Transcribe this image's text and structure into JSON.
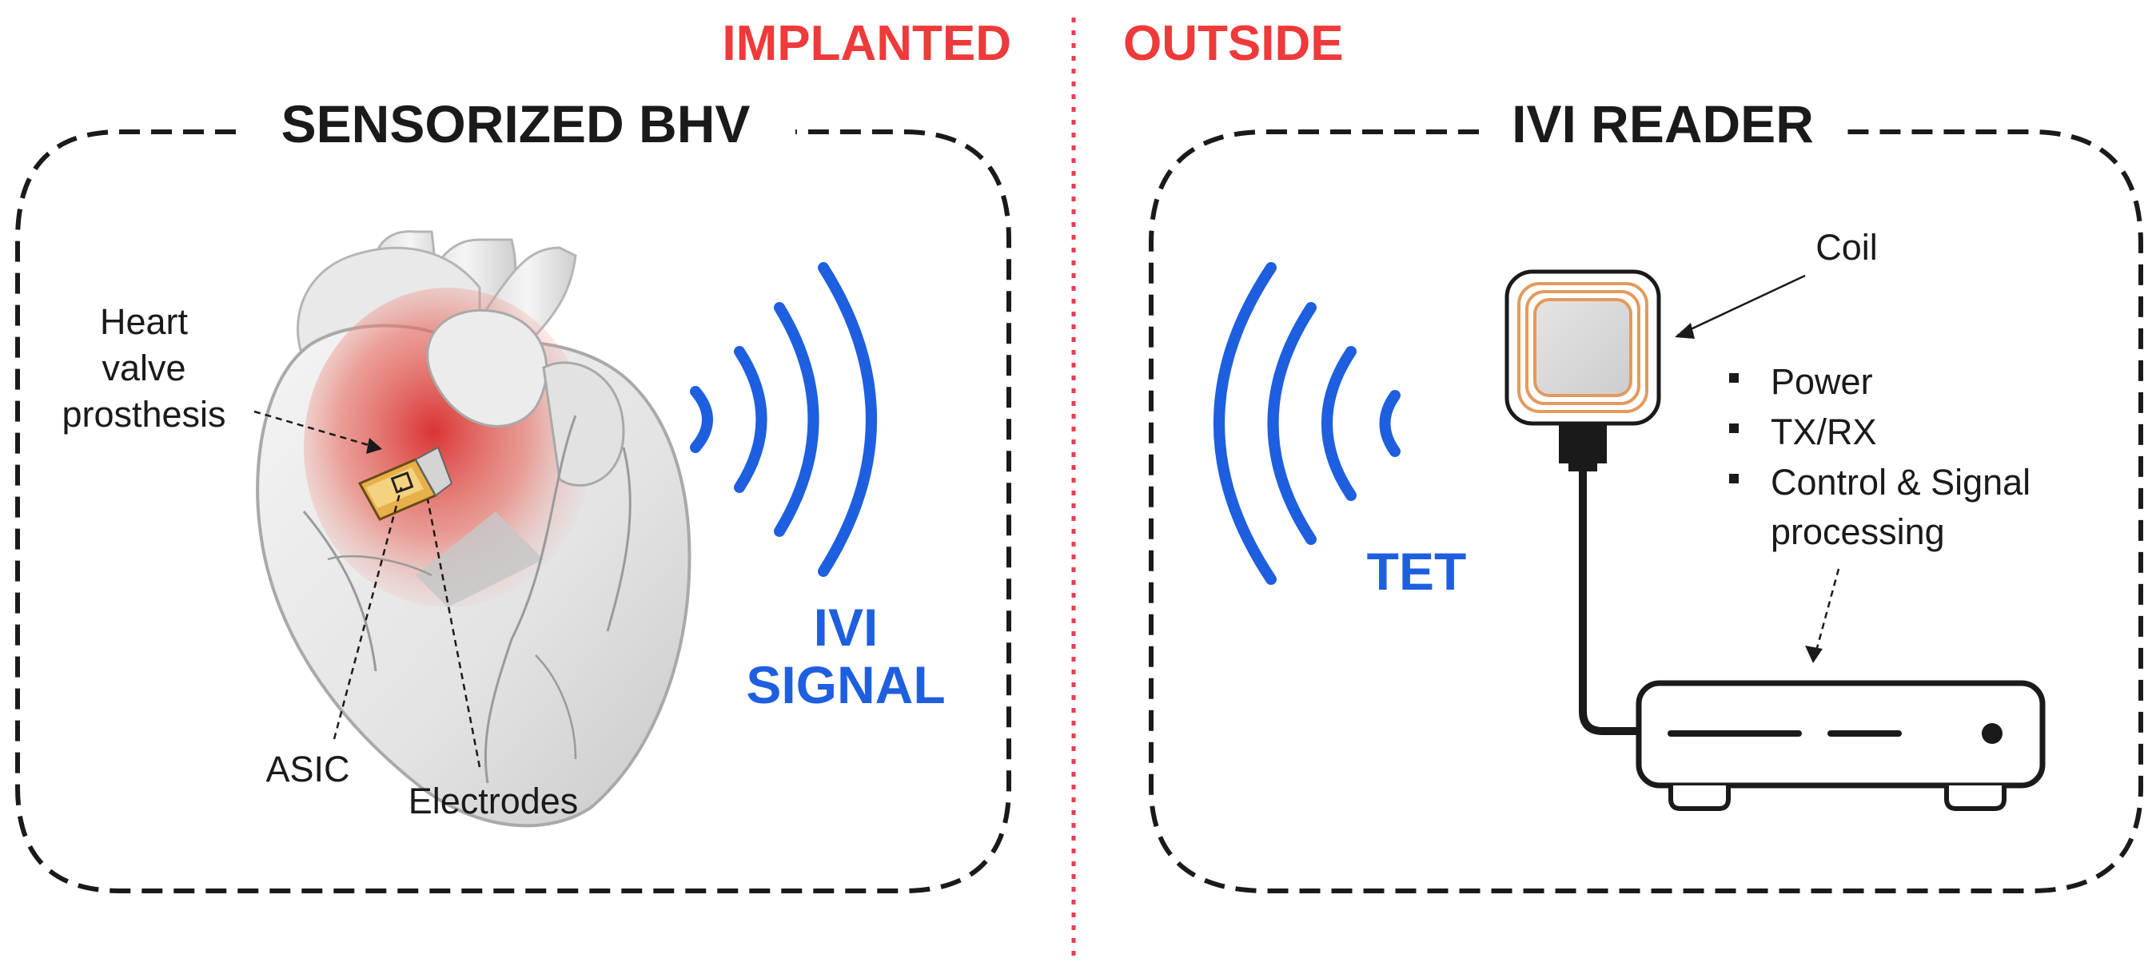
{
  "header": {
    "left_label": "IMPLANTED",
    "right_label": "OUTSIDE",
    "color": "#ee3a3a"
  },
  "left_panel": {
    "title": "SENSORIZED BHV",
    "labels": {
      "prosthesis_line1": "Heart",
      "prosthesis_line2": "valve",
      "prosthesis_line3": "prosthesis",
      "asic": "ASIC",
      "electrodes": "Electrodes"
    },
    "signal_line1": "IVI",
    "signal_line2": "SIGNAL"
  },
  "right_panel": {
    "title": "IVI READER",
    "coil_label": "Coil",
    "tet_label": "TET",
    "features": [
      "Power",
      "TX/RX",
      "Control & Signal",
      "processing"
    ]
  },
  "colors": {
    "wave_blue": "#1e5fe0",
    "coil_orange": "#e39a5d",
    "divider_pink": "#ee3a52",
    "frame": "#1a1a1a"
  }
}
